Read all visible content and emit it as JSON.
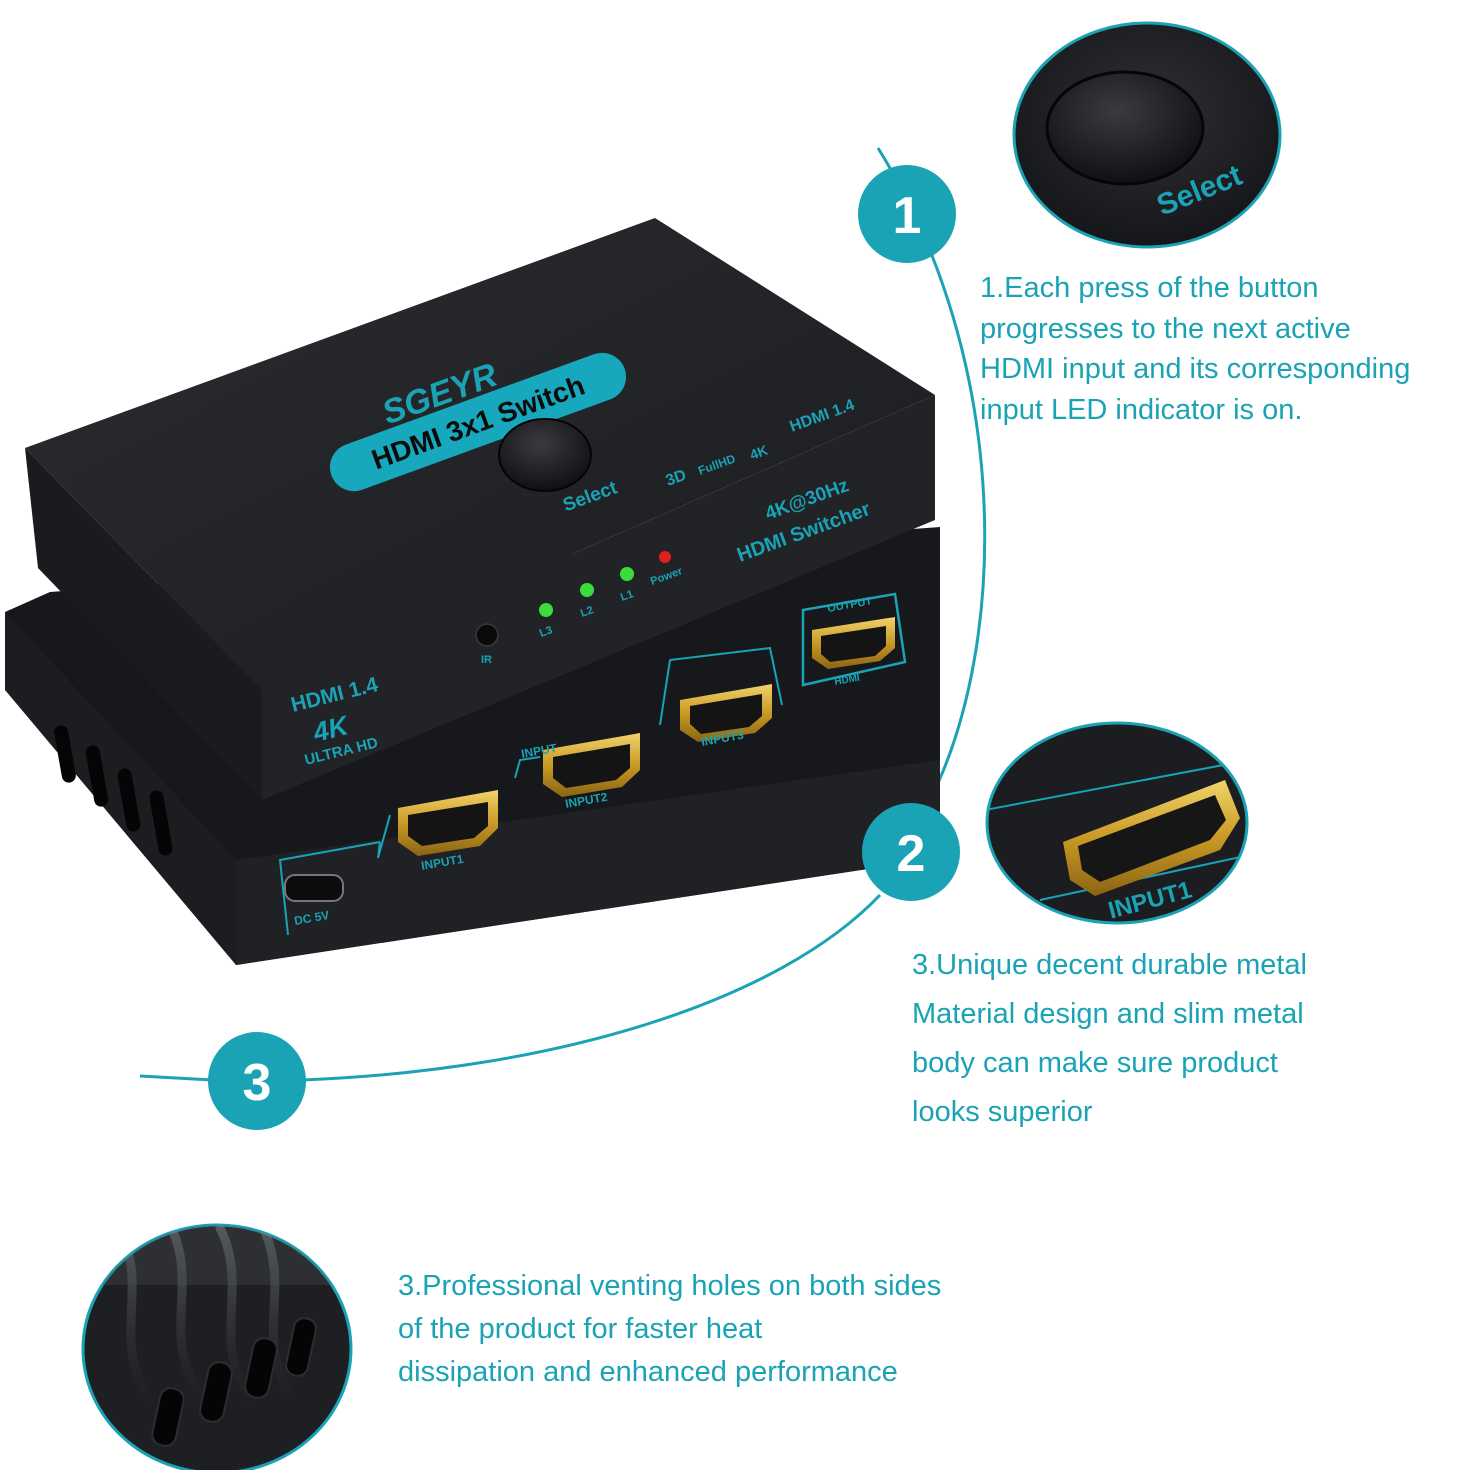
{
  "badges": [
    "1",
    "2",
    "3"
  ],
  "device": {
    "brand": "SGEYR",
    "model_label": "HDMI 3x1 Switch",
    "button_label": "Select",
    "feature_logos": [
      "3D",
      "FullHD",
      "4K",
      "HDMI 1.4"
    ],
    "resolution_text": [
      "4K@30Hz",
      "HDMI Switcher"
    ],
    "front_panel_text": [
      "HDMI 1.4",
      "4K",
      "ULTRA HD"
    ],
    "indicators": [
      "L3",
      "L2",
      "L1",
      "Power"
    ],
    "ir_label": "IR",
    "ports": {
      "input_group": "INPUT",
      "inputs": [
        "INPUT1",
        "INPUT2",
        "INPUT3"
      ],
      "output_group": "OUTPUT",
      "output": "HDMI",
      "power": "DC 5V"
    }
  },
  "zoom_labels": {
    "button": "Select",
    "port": "INPUT1"
  },
  "callouts": {
    "one": [
      "1.Each press of the button",
      "progresses to the next active",
      "HDMI input and its corresponding",
      "input LED indicator is on."
    ],
    "two": [
      "3.Unique decent durable metal",
      "Material design and slim metal",
      "body can make sure product",
      "looks superior"
    ],
    "three": [
      "3.Professional venting holes on both sides",
      "of the product for faster heat",
      "dissipation and enhanced performance"
    ]
  },
  "colors": {
    "accent": "#1aa3b5",
    "body": "#1e1f22",
    "led_green": "#3ddc3d",
    "led_red": "#e02020",
    "gold": "#d4a82e"
  }
}
